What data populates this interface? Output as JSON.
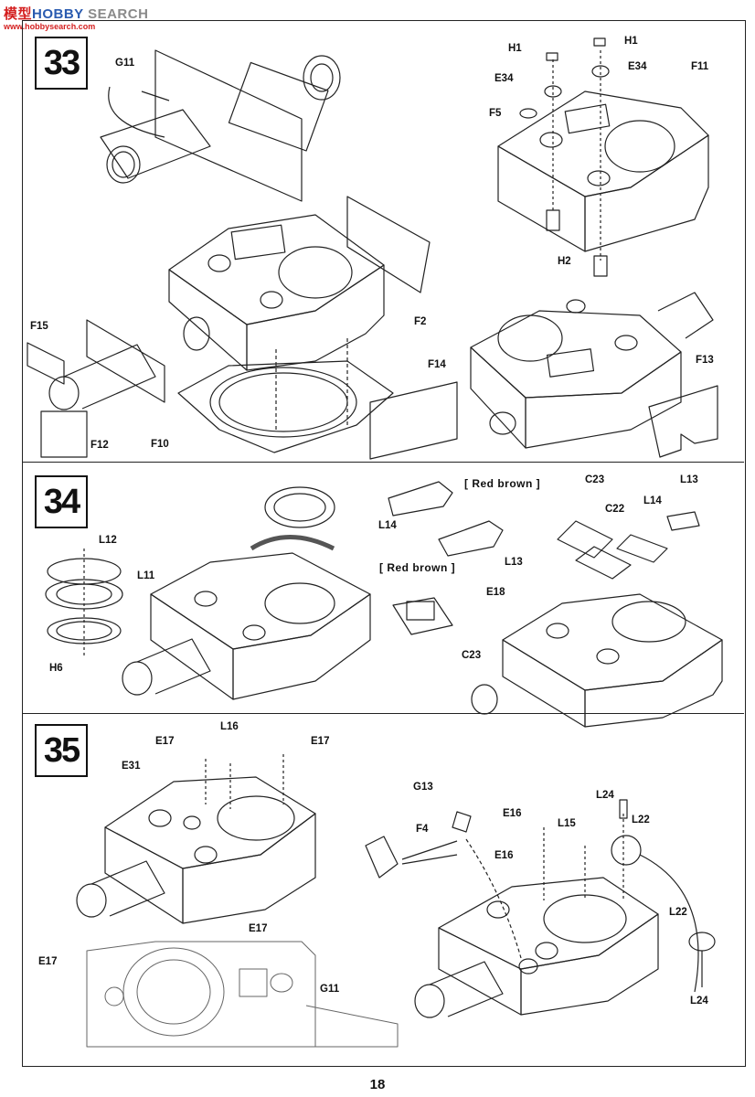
{
  "watermark": {
    "brand_a": "模型",
    "brand_b": "HOBBY",
    "brand_c": " SEARCH",
    "sub": "www.hobbysearch.com"
  },
  "page_number": "18",
  "steps": [
    {
      "number": "33",
      "labels": [
        "G11",
        "H1",
        "H1",
        "E34",
        "E34",
        "F5",
        "F11",
        "H2",
        "F15",
        "F2",
        "F14",
        "F13",
        "F12",
        "F10"
      ]
    },
    {
      "number": "34",
      "labels": [
        "L12",
        "L11",
        "H6",
        "L14",
        "L13",
        "E18",
        "C23",
        "C23",
        "C22",
        "L14",
        "L13"
      ],
      "notes": [
        "[ Red brown ]",
        "[ Red brown ]"
      ]
    },
    {
      "number": "35",
      "labels": [
        "E17",
        "L16",
        "E17",
        "E31",
        "E17",
        "E17",
        "G11",
        "G13",
        "F4",
        "E16",
        "E16",
        "L15",
        "L24",
        "L22",
        "L22",
        "L24"
      ]
    }
  ],
  "colors": {
    "line": "#222222",
    "paper": "#ffffff",
    "watermark_red": "#d42020",
    "watermark_blue": "#2a5bb0"
  }
}
